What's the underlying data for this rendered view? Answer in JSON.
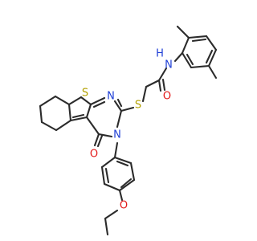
{
  "colors": {
    "bond": "#2b2b2b",
    "sulfur": "#b3a100",
    "nitrogen": "#1f3fd6",
    "oxygen": "#e31a1a"
  },
  "atoms": {
    "s_thiophene": "S",
    "s_thioether": "S",
    "n_pyrimidine_ring": "N",
    "n_amide": "N",
    "h_amide": "H",
    "n_pyrimidinone": "N",
    "o_amide": "O",
    "o_carbonyl": "O",
    "o_ether": "O"
  }
}
